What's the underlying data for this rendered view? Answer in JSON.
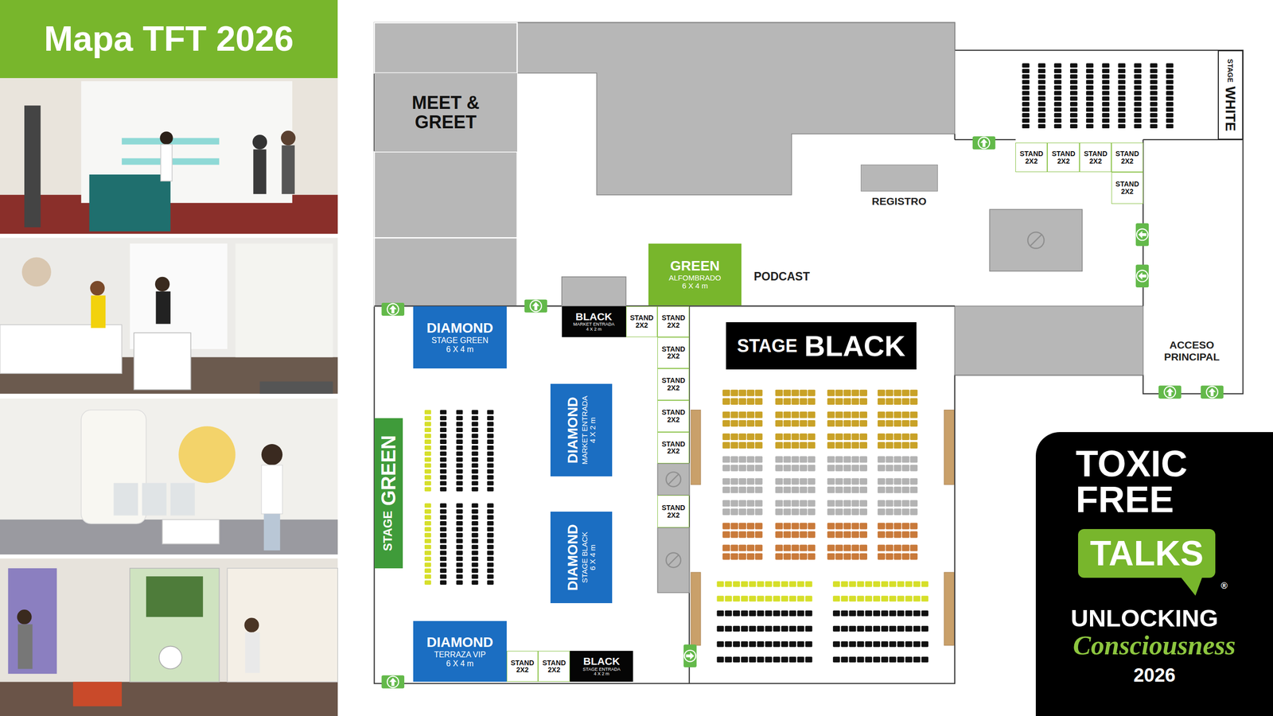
{
  "diagram": {
    "title": "Mapa TFT 2026",
    "nodes": [
      {
        "text": [
          "MEET & GREET"
        ]
      },
      {
        "text": [
          "STAGE",
          "WHITE"
        ]
      },
      {
        "text": [
          "STAND 2X2"
        ]
      },
      {
        "text": [
          "STAND 2X2"
        ]
      },
      {
        "text": [
          "STAND 2X2"
        ]
      },
      {
        "text": [
          "STAND 2X2"
        ]
      },
      {
        "text": [
          "STAND 2X2"
        ]
      },
      {
        "text": [
          "REGISTRO"
        ]
      },
      {
        "text": [
          "GREEN",
          "ALFOMBRADO 6 X 4 m"
        ]
      },
      {
        "text": [
          "DIAMOND",
          "STAGE GREEN 6 X 4 m"
        ]
      },
      {
        "text": [
          "BLACK",
          "MARKET ENTRADA 4 X 2 m"
        ]
      },
      {
        "text": [
          "STAND 2X2"
        ]
      },
      {
        "text": [
          "STAND 2X2"
        ]
      },
      {
        "text": [
          "STAND 2X2"
        ]
      },
      {
        "text": [
          "STAND 2X2"
        ]
      },
      {
        "text": [
          "STAND 2X2"
        ]
      },
      {
        "text": [
          "STAND 2X2"
        ]
      },
      {
        "text": [
          "STAGE",
          "BLACK"
        ]
      },
      {
        "text": [
          "STAND 2X2"
        ]
      },
      {
        "text": [
          "STAGE",
          "GREEN"
        ]
      },
      {
        "text": [
          "DIAMOND",
          "MARKET ENTRADA 4 X 2 m"
        ]
      },
      {
        "text": [
          "DIAMOND",
          "STAGE BLACK 6 X 4 m"
        ]
      },
      {
        "text": [
          "DIAMOND",
          "TERRAZA VIP 6 X 4 m"
        ]
      },
      {
        "text": [
          "STAND 2X2"
        ]
      },
      {
        "text": [
          "STAND 2X2"
        ]
      },
      {
        "text": [
          "BLACK",
          "STAGE ENTRADA 4 X 2 m"
        ]
      },
      {
        "text": [
          "TOXIC FREE",
          "®",
          "UNLOCKING",
          "Consciousness",
          "2026"
        ]
      },
      {
        "text": [
          "TALKS"
        ],
        "in": 26
      }
    ],
    "labels": [
      "PODCAST",
      "ACCESO PRINCIPAL"
    ]
  }
}
